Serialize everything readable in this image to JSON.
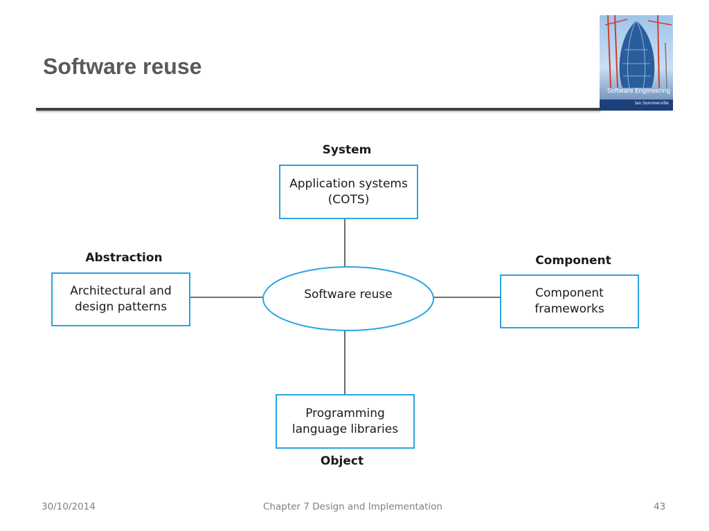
{
  "slide": {
    "title": "Software reuse"
  },
  "book_cover": {
    "title": "Software Engineering",
    "author": "Ian Sommerville"
  },
  "diagram": {
    "center": "Software reuse",
    "axes": {
      "top": "System",
      "left": "Abstraction",
      "right": "Component",
      "bottom": "Object"
    },
    "boxes": {
      "top": "Application systems\n(COTS)",
      "left": "Architectural and\ndesign patterns",
      "right": "Component\nframeworks",
      "bottom": "Programming\nlanguage libraries"
    },
    "colors": {
      "box_border": "#29a3e0",
      "connector": "#1a1a1a"
    }
  },
  "footer": {
    "date": "30/10/2014",
    "chapter": "Chapter 7 Design and Implementation",
    "page": "43"
  }
}
